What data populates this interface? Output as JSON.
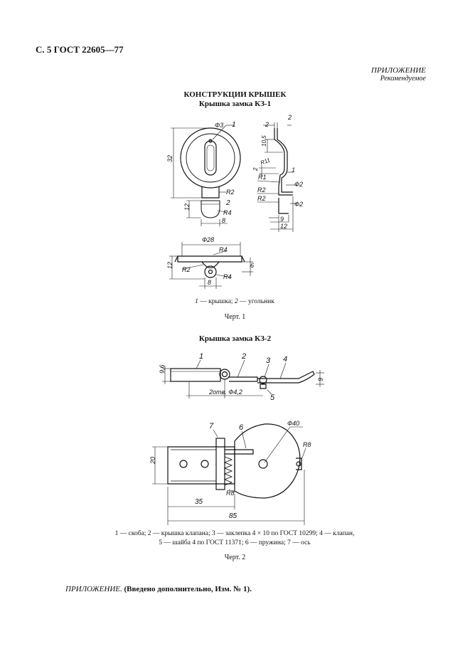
{
  "header": {
    "page_ref": "С. 5 ГОСТ 22605—77"
  },
  "appendix": {
    "title": "ПРИЛОЖЕНИЕ",
    "status": "Рекомендуемое"
  },
  "section": {
    "title": "КОНСТРУКЦИИ КРЫШЕК",
    "subtitle1": "Крышка замка КЗ-1",
    "subtitle2": "Крышка замка КЗ-2"
  },
  "figure1": {
    "dims": {
      "d3": "Ф3",
      "h32": "32",
      "r2a": "R2",
      "h12": "12",
      "r4": "R4",
      "w8": "8",
      "n1": "1",
      "n2": "2",
      "t2": "2",
      "t2b": "2",
      "h10_5": "10,5",
      "r11": "R11",
      "t2c": "2",
      "r1": "R1",
      "n1b": "1",
      "r2b": "R2",
      "f2a": "Ф2",
      "r2c": "R2",
      "f2b": "Ф2",
      "w9": "9",
      "w12b": "12",
      "d28": "Ф28",
      "r4b": "R4",
      "h12c": "12",
      "r2d": "R2",
      "r4c": "R4",
      "h6": "6",
      "w8b": "8"
    },
    "legend": [
      {
        "num": "1",
        "text": "крышка;"
      },
      {
        "num": "2",
        "text": "угольник"
      }
    ],
    "caption": "Черт. 1"
  },
  "figure2": {
    "dims": {
      "h9_6": "9,6",
      "n1": "1",
      "n2": "2",
      "n3": "3",
      "n4": "4",
      "n5": "5",
      "h9": "9",
      "holes": "2отв. Ф4,2",
      "n7": "7",
      "n6": "6",
      "d40": "Ф40",
      "r8a": "R8",
      "h20": "20",
      "r8b": "R8",
      "w35": "35",
      "w85": "85"
    },
    "legend_line1": "1 — скоба; 2 — крышка клапана; 3 — заклепка 4 × 10 по ГОСТ 10299; 4 — клапан,",
    "legend_line2": "5 — шайба 4 по ГОСТ 11371; 6 — пружина; 7 — ось",
    "caption": "Черт. 2"
  },
  "footer": {
    "label": "ПРИЛОЖЕНИЕ.",
    "note": "(Введено дополнительно, Изм. № 1)."
  }
}
